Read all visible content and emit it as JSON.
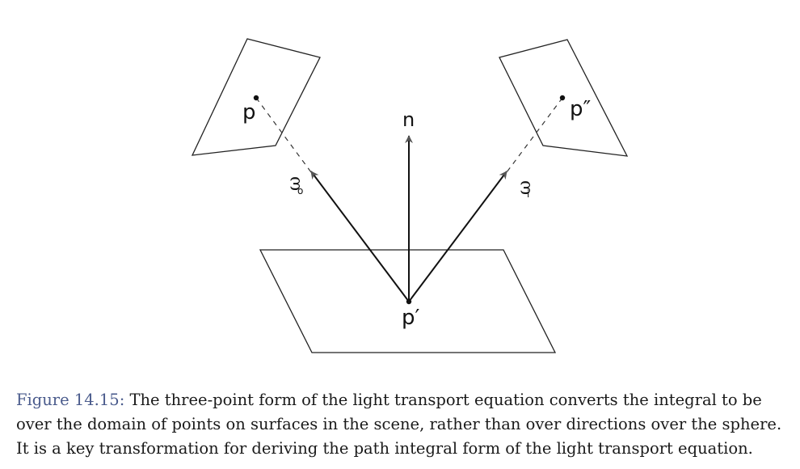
{
  "figure": {
    "labels": {
      "normal": "n",
      "point_p": "p",
      "point_p_prime": "p′",
      "point_p_double_prime": "p″",
      "omega": "ω",
      "omega_o_subscript": "o",
      "omega_i_subscript": "i"
    }
  },
  "caption": {
    "label": "Figure 14.15:",
    "text": "The three-point form of the light transport equation converts the integral to be over the domain of points on surfaces in the scene, rather than over directions over the sphere. It is a key transformation for deriving the path integral form of the light transport equation."
  }
}
